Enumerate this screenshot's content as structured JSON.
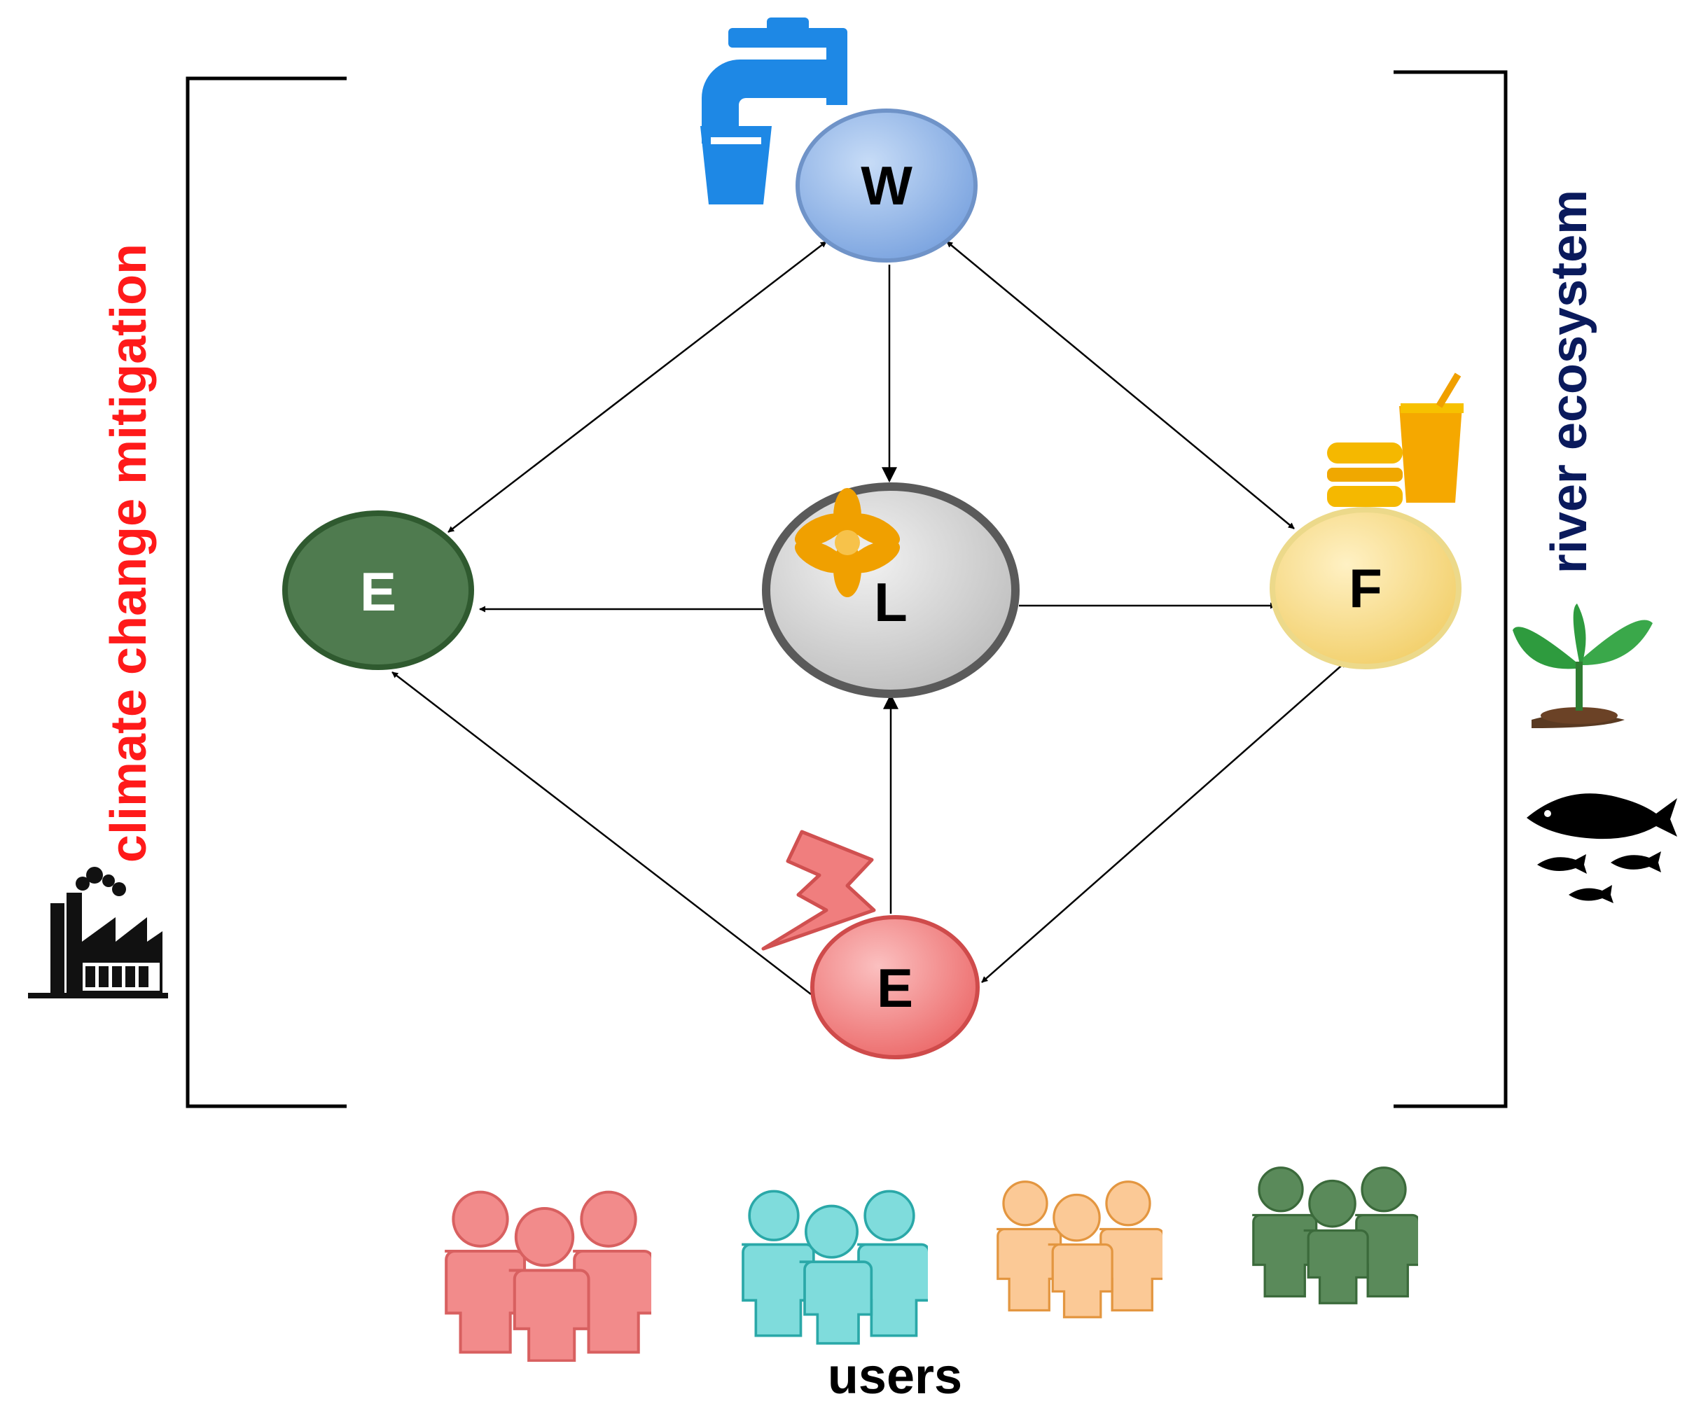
{
  "nodes": {
    "water": {
      "label": "W",
      "color": "#8fb4e8"
    },
    "land": {
      "label": "L",
      "color": "#d0d0d0"
    },
    "food": {
      "label": "F",
      "color": "#f5d77e"
    },
    "environment": {
      "label": "E",
      "color": "#4f7b4f"
    },
    "energy": {
      "label": "E",
      "color": "#f07a7a"
    }
  },
  "labels": {
    "left": "climate change mitigation",
    "right": "river ecosystem",
    "bottom": "users"
  },
  "colors": {
    "left_label": "#ff1a1a",
    "right_label": "#0a1a5c",
    "users": [
      "#f08080",
      "#6cd4d4",
      "#f8c088",
      "#5a8a5a"
    ]
  },
  "icons": [
    "water-tap-icon",
    "lotus-icon",
    "food-drink-icon",
    "lightning-icon",
    "factory-icon",
    "plant-sprout-icon",
    "fish-icon",
    "users-group-icon"
  ]
}
